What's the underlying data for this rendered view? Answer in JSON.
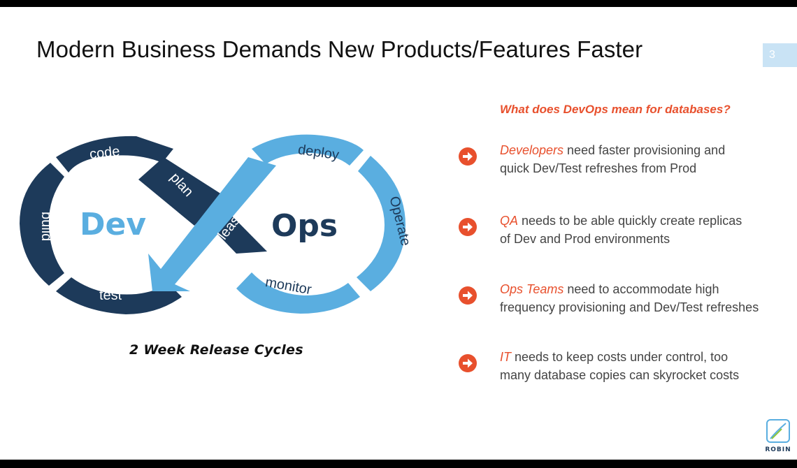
{
  "slide": {
    "title": "Modern Business Demands New Products/Features Faster",
    "page_number": "3"
  },
  "diagram": {
    "dev_label": "Dev",
    "ops_label": "Ops",
    "stages": {
      "code": "code",
      "plan": "plan",
      "build": "build",
      "test": "test",
      "release": "release",
      "deploy": "deploy",
      "operate": "Operate",
      "monitor": "monitor"
    },
    "colors": {
      "dark": "#1d3a5a",
      "light": "#5aaee0",
      "dev_text": "#5aaee0",
      "ops_text": "#1d3a5a"
    },
    "caption": "2 Week Release Cycles"
  },
  "right_panel": {
    "question": "What does DevOps mean for databases?",
    "accent_color": "#e8502d",
    "points": [
      {
        "subject": "Developers",
        "line1_rest": " need faster provisioning and",
        "line2": "quick Dev/Test refreshes from Prod"
      },
      {
        "subject": "QA",
        "line1_rest": " needs to be able quickly create replicas",
        "line2": "of Dev and Prod environments"
      },
      {
        "subject": "Ops Teams",
        "line1_rest": " need to accommodate high",
        "line2": "frequency provisioning and Dev/Test refreshes"
      },
      {
        "subject": "IT",
        "line1_rest": " needs to keep costs under control, too",
        "line2": "many database copies can skyrocket costs"
      }
    ]
  },
  "logo": {
    "text": "ROBIN"
  }
}
